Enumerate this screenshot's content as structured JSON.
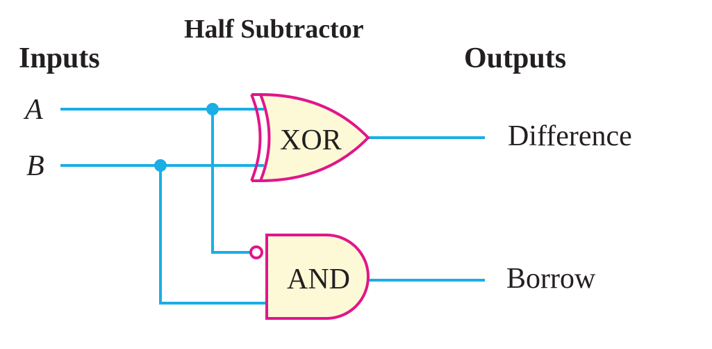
{
  "title": "Half Subtractor",
  "headings": {
    "inputs": "Inputs",
    "outputs": "Outputs"
  },
  "inputs": [
    {
      "name": "A"
    },
    {
      "name": "B"
    }
  ],
  "gates": [
    {
      "type": "XOR",
      "label": "XOR",
      "inputs": [
        "A",
        "B"
      ],
      "output": "Difference"
    },
    {
      "type": "AND",
      "label": "AND",
      "inputs": [
        "NOT A",
        "B"
      ],
      "inverted_input": "A",
      "output": "Borrow"
    }
  ],
  "outputs": [
    {
      "name": "Difference"
    },
    {
      "name": "Borrow"
    }
  ],
  "colors": {
    "wire": "#1aaee5",
    "gate_stroke": "#e0168a",
    "gate_fill": "#fdf9d6",
    "text": "#231f20"
  }
}
